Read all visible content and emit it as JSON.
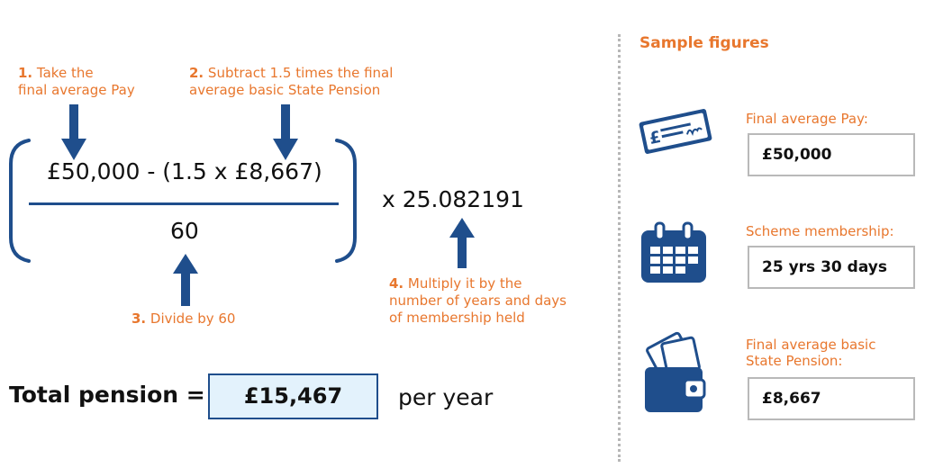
{
  "steps": {
    "step1": {
      "num": "1.",
      "line1": "Take the",
      "line2": "final average Pay"
    },
    "step2": {
      "num": "2.",
      "line1": "Subtract 1.5 times the final",
      "line2": "average basic State Pension"
    },
    "step3": {
      "num": "3.",
      "text": "Divide by 60"
    },
    "step4": {
      "num": "4.",
      "line1": "Multiply it by the",
      "line2": "number of years and days",
      "line3": "of membership held"
    }
  },
  "formula": {
    "numerator": "£50,000 - (1.5 x £8,667)",
    "denominator": "60",
    "multiplier": "x 25.082191"
  },
  "total": {
    "label": "Total pension =",
    "value": "£15,467",
    "suffix": "per year"
  },
  "sidebar": {
    "title": "Sample figures",
    "items": [
      {
        "icon": "cheque-icon",
        "label_line1": "Final average Pay:",
        "label_line2": "",
        "value": "£50,000"
      },
      {
        "icon": "calendar-icon",
        "label_line1": "Scheme membership:",
        "label_line2": "",
        "value": "25 yrs 30 days"
      },
      {
        "icon": "wallet-icon",
        "label_line1": "Final average basic",
        "label_line2": "State Pension:",
        "value": "£8,667"
      }
    ]
  },
  "colors": {
    "accent_orange": "#e8772e",
    "primary_blue": "#1f4e8c",
    "total_box_fill": "#e3f2fc",
    "box_border": "#b9b9b9"
  }
}
